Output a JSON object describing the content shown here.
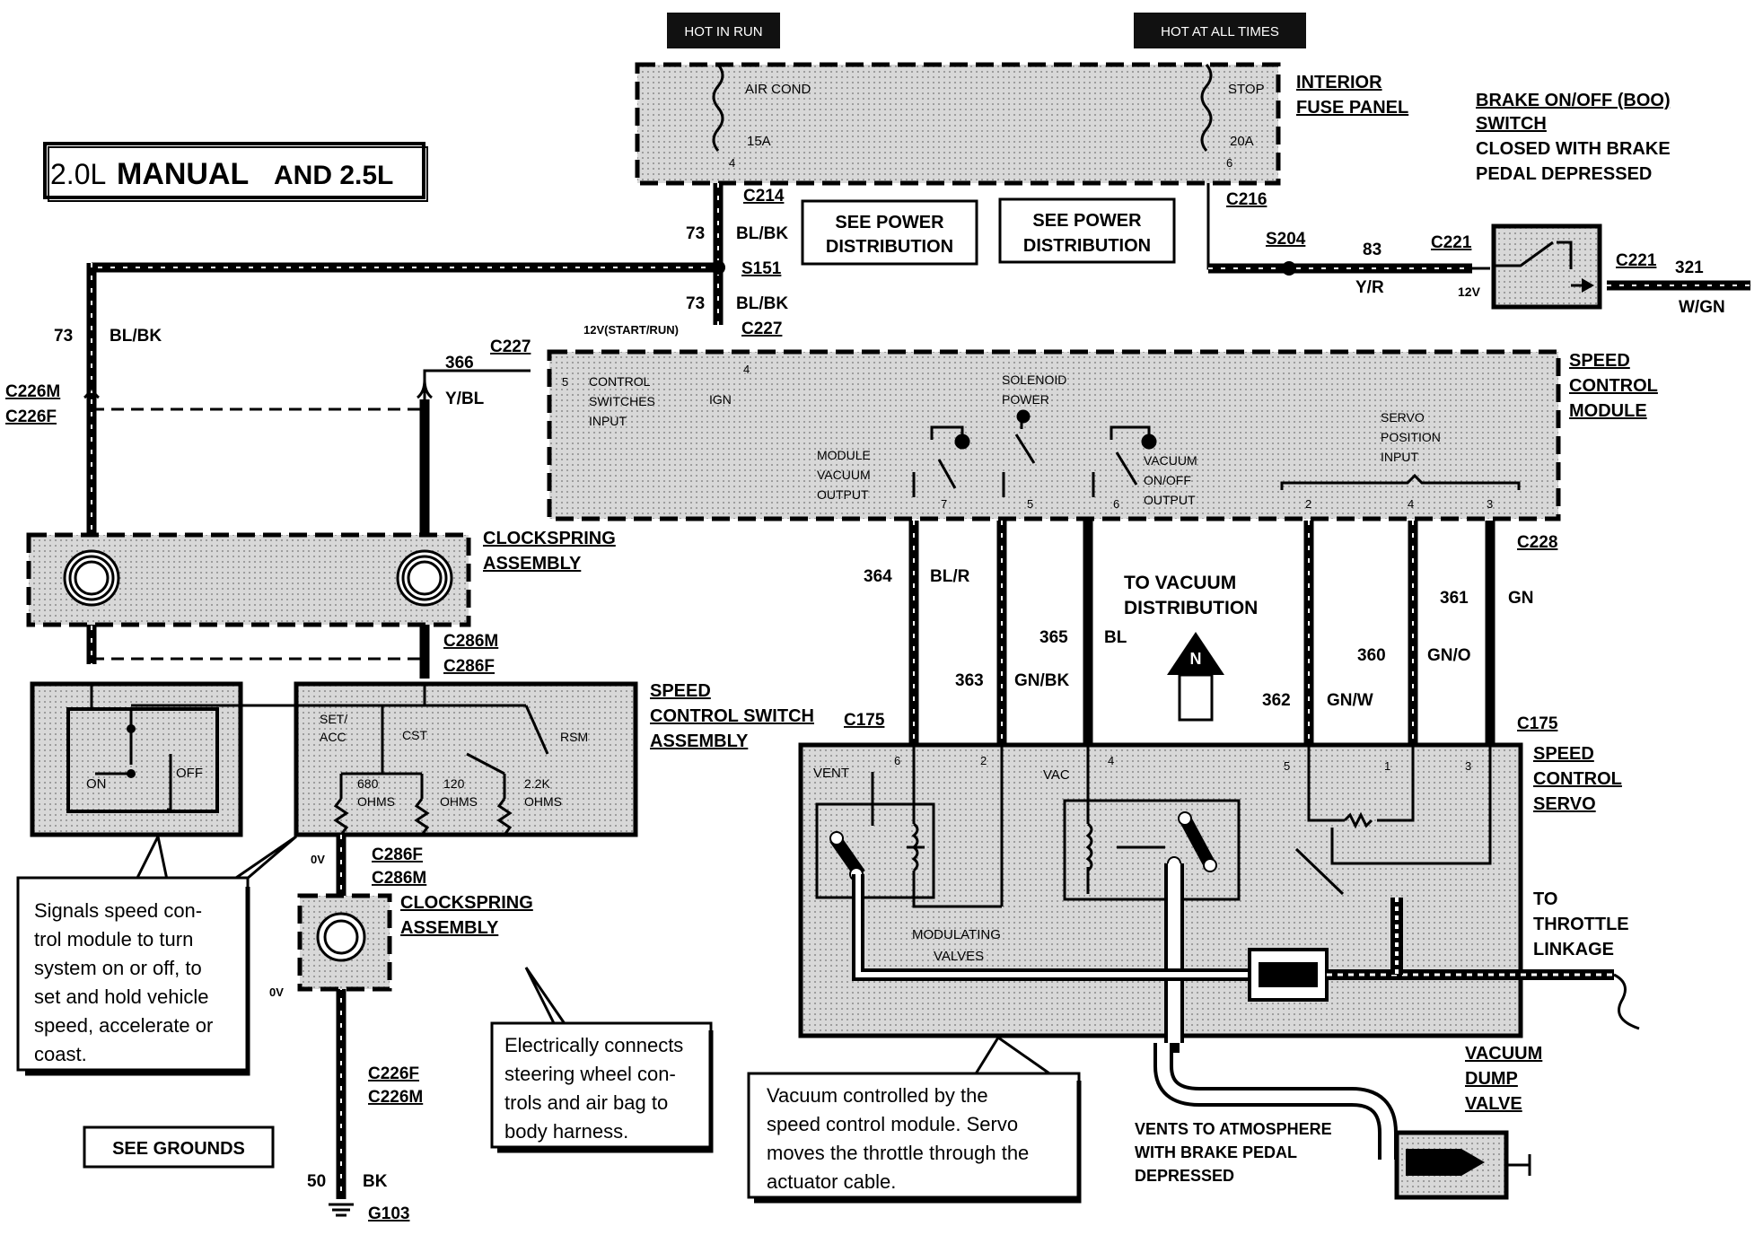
{
  "title": {
    "prefix": "2.0L",
    "main": "MANUAL",
    "suffix": "AND 2.5L"
  },
  "power": {
    "hot_in_run": "HOT IN RUN",
    "hot_at_all_times": "HOT AT ALL TIMES"
  },
  "fuse_panel": {
    "name_line1": "INTERIOR",
    "name_line2": "FUSE PANEL",
    "fuse1_name": "AIR COND",
    "fuse1_amps": "15A",
    "fuse1_pin": "4",
    "fuse2_name": "STOP",
    "fuse2_amps": "20A",
    "fuse2_pin": "6"
  },
  "see_power_1": {
    "line1": "SEE POWER",
    "line2": "DISTRIBUTION"
  },
  "see_power_2": {
    "line1": "SEE POWER",
    "line2": "DISTRIBUTION"
  },
  "boo_switch": {
    "line1": "BRAKE ON/OFF (BOO)",
    "line2": "SWITCH",
    "line3": "CLOSED WITH BRAKE",
    "line4": "PEDAL DEPRESSED",
    "voltage": "12V"
  },
  "connectors": {
    "c214": "C214",
    "c216": "C216",
    "s151": "S151",
    "c227_top": "C227",
    "s204": "S204",
    "c221_a": "C221",
    "c221_b": "C221",
    "c227_left": "C227",
    "c226m": "C226M",
    "c226f": "C226F",
    "c286m": "C286M",
    "c286f": "C286F",
    "c286f_b": "C286F",
    "c286m_b": "C286M",
    "c226f_b": "C226F",
    "c226m_b": "C226M",
    "c228": "C228",
    "c175_left": "C175",
    "c175_right": "C175",
    "g103": "G103"
  },
  "wires": {
    "w73_a": "73",
    "blbk_a": "BL/BK",
    "w73_b": "73",
    "blbk_b": "BL/BK",
    "w73_c": "73",
    "blbk_c": "BL/BK",
    "w12v_start_run": "12V(START/RUN)",
    "w83": "83",
    "yr": "Y/R",
    "w321": "321",
    "wgn": "W/GN",
    "w366": "366",
    "ybl": "Y/BL",
    "w364": "364",
    "blr": "BL/R",
    "w363": "363",
    "gnbk": "GN/BK",
    "w365": "365",
    "bl": "BL",
    "w362": "362",
    "gnw": "GN/W",
    "w360": "360",
    "gno": "GN/O",
    "w361": "361",
    "gn": "GN",
    "w50": "50",
    "bk": "BK",
    "zero_v_a": "0V",
    "zero_v_b": "0V"
  },
  "speed_control_module": {
    "name_line1": "SPEED",
    "name_line2": "CONTROL",
    "name_line3": "MODULE",
    "control_switches_1": "CONTROL",
    "control_switches_2": "SWITCHES",
    "control_switches_3": "INPUT",
    "ign": "IGN",
    "solenoid_1": "SOLENOID",
    "solenoid_2": "POWER",
    "module_vac_1": "MODULE",
    "module_vac_2": "VACUUM",
    "module_vac_3": "OUTPUT",
    "vac_onoff_1": "VACUUM",
    "vac_onoff_2": "ON/OFF",
    "vac_onoff_3": "OUTPUT",
    "servo_pos_1": "SERVO",
    "servo_pos_2": "POSITION",
    "servo_pos_3": "INPUT",
    "pin_5": "5",
    "pin_4": "4",
    "pin_7": "7",
    "pin_5b": "5",
    "pin_6": "6",
    "pin_2": "2",
    "pin_4b": "4",
    "pin_3": "3"
  },
  "clockspring_top": {
    "line1": "CLOCKSPRING",
    "line2": "ASSEMBLY"
  },
  "clockspring_bottom": {
    "line1": "CLOCKSPRING",
    "line2": "ASSEMBLY"
  },
  "switch_assembly": {
    "line1": "SPEED",
    "line2": "CONTROL SWITCH",
    "line3": "ASSEMBLY",
    "on": "ON",
    "off": "OFF",
    "set_acc_1": "SET/",
    "set_acc_2": "ACC",
    "cst": "CST",
    "rsm": "RSM",
    "r1": "680",
    "r1u": "OHMS",
    "r2": "120",
    "r2u": "OHMS",
    "r3": "2.2K",
    "r3u": "OHMS"
  },
  "servo": {
    "name_line1": "SPEED",
    "name_line2": "CONTROL",
    "name_line3": "SERVO",
    "vent": "VENT",
    "vac": "VAC",
    "pin_6": "6",
    "pin_2": "2",
    "pin_4": "4",
    "pin_5": "5",
    "pin_1": "1",
    "pin_3": "3",
    "mod_valves_1": "MODULATING",
    "mod_valves_2": "VALVES"
  },
  "vacuum_dist": {
    "line1": "TO VACUUM",
    "line2": "DISTRIBUTION",
    "arrow": "N"
  },
  "throttle": {
    "line1": "TO",
    "line2": "THROTTLE",
    "line3": "LINKAGE"
  },
  "dump_valve": {
    "line1": "VACUUM",
    "line2": "DUMP",
    "line3": "VALVE",
    "vents_1": "VENTS TO ATMOSPHERE",
    "vents_2": "WITH BRAKE PEDAL",
    "vents_3": "DEPRESSED"
  },
  "see_grounds": "SEE GROUNDS",
  "callout_switch": [
    "Signals speed con-",
    "trol module to turn",
    "system on or off, to",
    "set and hold vehicle",
    "speed, accelerate or",
    "coast."
  ],
  "callout_clockspring": [
    "Electrically connects",
    "steering wheel con-",
    "trols and air bag to",
    "body harness."
  ],
  "callout_servo": [
    "Vacuum controlled by the",
    "speed control module. Servo",
    "moves the  throttle through the",
    "actuator cable."
  ]
}
